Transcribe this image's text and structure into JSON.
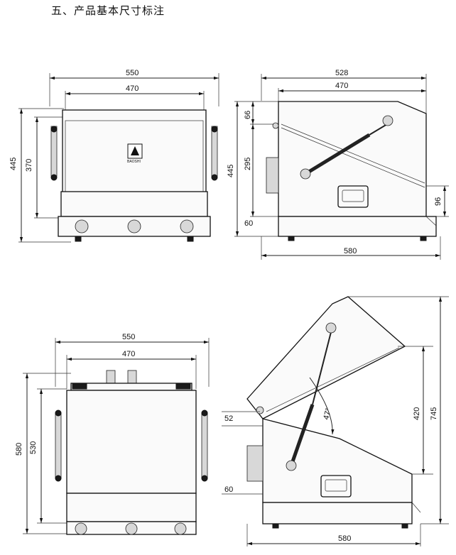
{
  "title": "五、产品基本尺寸标注",
  "views": {
    "front_closed": {
      "width_outer": "550",
      "width_inner": "470",
      "height_outer": "445",
      "height_inner": "370"
    },
    "side_closed": {
      "depth_top_outer": "528",
      "depth_top_inner": "470",
      "height_total": "445",
      "lid_offset": "66",
      "body_height": "295",
      "handle_height": "96",
      "base_height": "60",
      "depth_bottom": "580"
    },
    "front_open": {
      "width_outer": "550",
      "width_inner": "470",
      "height_outer": "580",
      "height_inner": "530"
    },
    "side_open": {
      "hinge_offset": "52",
      "angle": "47°",
      "lid_height": "420",
      "height_total": "745",
      "base_height": "60",
      "depth_bottom": "580"
    }
  },
  "logo": {
    "text": "BAOSHI"
  }
}
